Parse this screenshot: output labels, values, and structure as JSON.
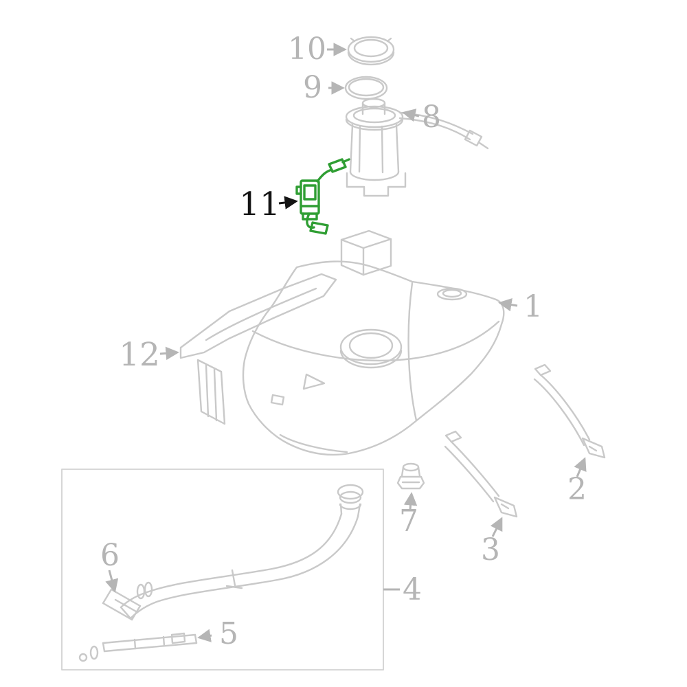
{
  "diagram": {
    "type": "exploded-parts-diagram",
    "description_hint": "fuel tank assembly exploded view",
    "highlighted_callout": "11",
    "colors": {
      "background": "#ffffff",
      "line": "#c9c9c9",
      "box_line": "#d2d2d2",
      "label": "#b5b5b5",
      "highlight": "#2f9e33",
      "highlight_label": "#141414"
    },
    "callouts": [
      {
        "label": "1"
      },
      {
        "label": "2"
      },
      {
        "label": "3"
      },
      {
        "label": "4"
      },
      {
        "label": "5"
      },
      {
        "label": "6"
      },
      {
        "label": "7"
      },
      {
        "label": "8"
      },
      {
        "label": "9"
      },
      {
        "label": "10"
      },
      {
        "label": "11"
      },
      {
        "label": "12"
      }
    ]
  }
}
